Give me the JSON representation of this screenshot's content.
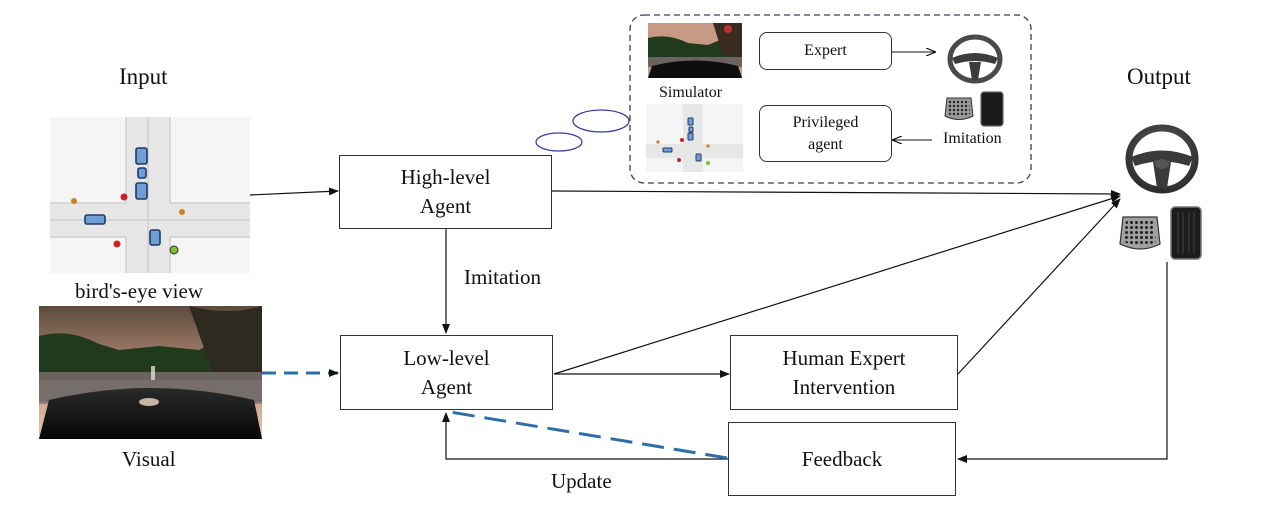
{
  "labels": {
    "input": "Input",
    "output": "Output",
    "birds_eye": "bird's-eye view",
    "visual": "Visual",
    "imitation": "Imitation",
    "update": "Update",
    "simulator": "Simulator",
    "inset_imitation": "Imitation"
  },
  "boxes": {
    "high_level": [
      "High-level",
      "Agent"
    ],
    "low_level": [
      "Low-level",
      "Agent"
    ],
    "human_expert": [
      "Human Expert",
      "Intervention"
    ],
    "feedback": "Feedback",
    "expert": "Expert",
    "privileged": [
      "Privileged",
      "agent"
    ]
  },
  "colors": {
    "line": "#111111",
    "dashed_arrow": "#2a6fa8",
    "inset_border": "#3a3a5a",
    "bubble": "#3a3f9a",
    "car_blue": "#6f9fd6",
    "road": "#e8e8e8"
  },
  "icons": [
    "steering-wheel-icon",
    "brake-pedal-icon",
    "gas-pedal-icon"
  ]
}
